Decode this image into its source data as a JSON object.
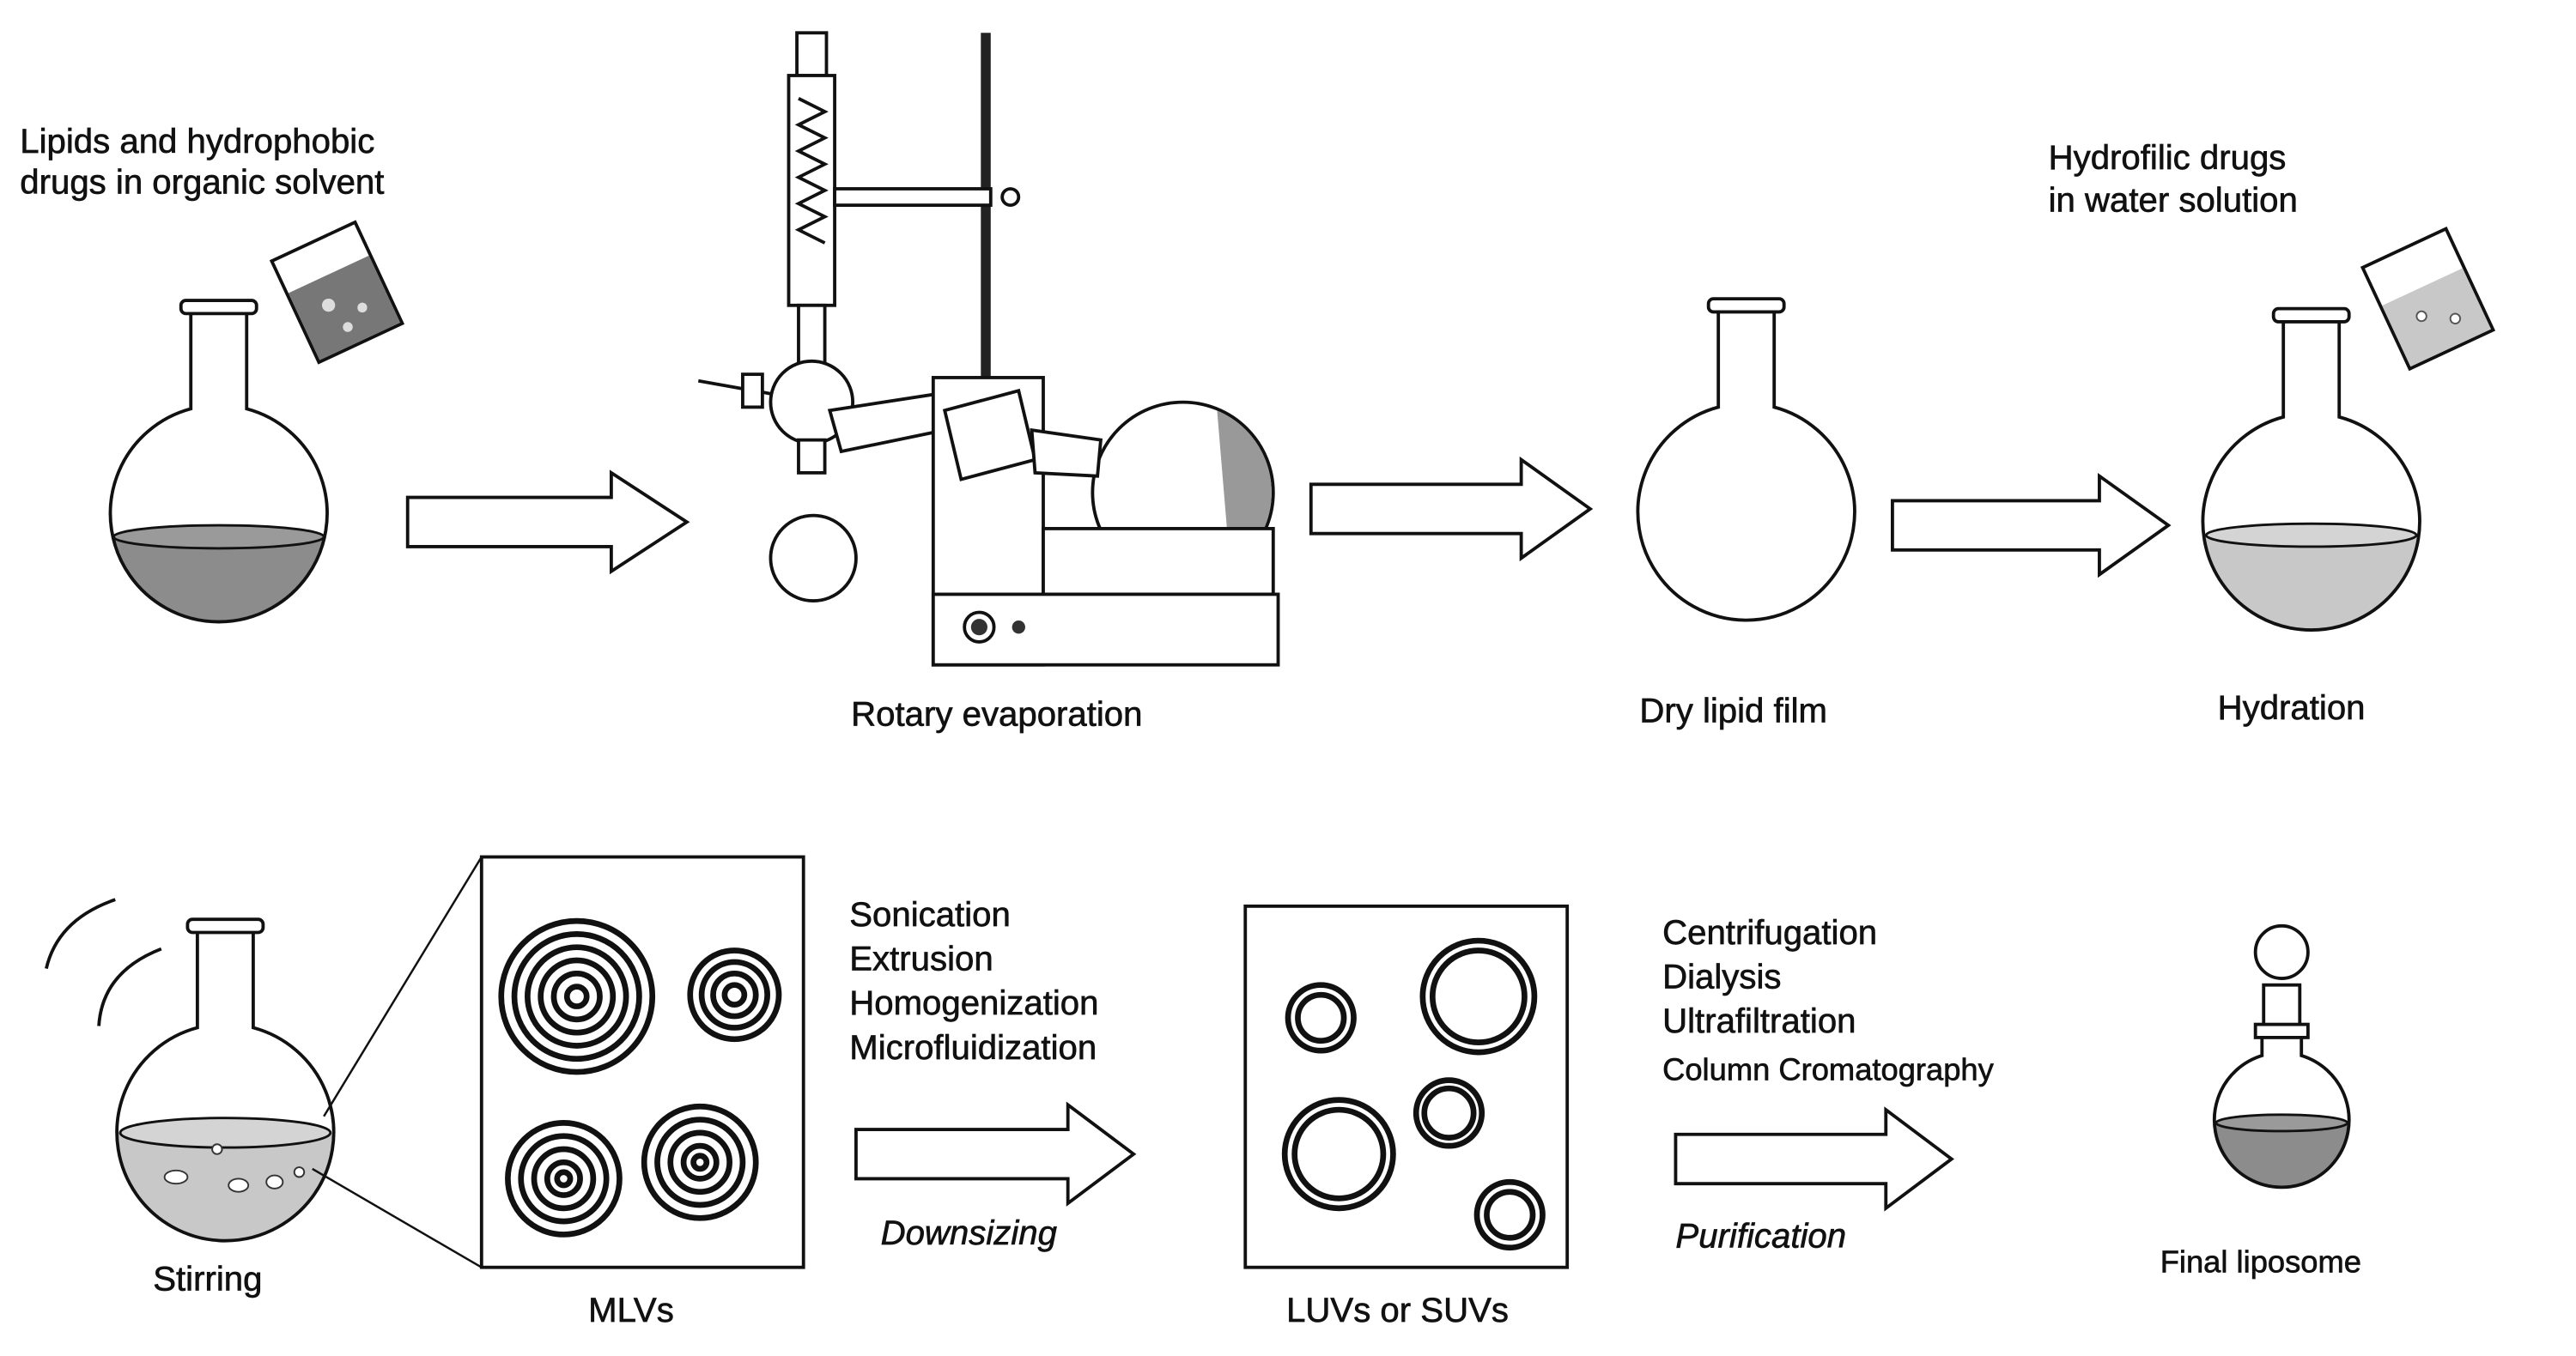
{
  "colors": {
    "liquid": "#8c8c8c",
    "lipid_film": "#2a2a2a",
    "water": "#c8c8c8",
    "outline": "#111111"
  },
  "steps": {
    "start": {
      "lines": [
        "Lipids and hydrophobic",
        "drugs in organic solvent"
      ]
    },
    "rotary": {
      "label": "Rotary evaporation"
    },
    "dry_film": {
      "label": "Dry lipid film"
    },
    "hydrophilic": {
      "lines": [
        "Hydrofilic drugs",
        "in water solution"
      ]
    },
    "hydration": {
      "label": "Hydration"
    },
    "stirring": {
      "label": "Stirring"
    },
    "mlvs": {
      "label": "MLVs"
    },
    "downsizing": {
      "methods": [
        "Sonication",
        "Extrusion",
        "Homogenization",
        "Microfluidization"
      ],
      "label": "Downsizing"
    },
    "luvs": {
      "label": "LUVs or SUVs"
    },
    "purification": {
      "methods": [
        "Centrifugation",
        "Dialysis",
        "Ultrafiltration",
        "Column Cromatography"
      ],
      "label": "Purification"
    },
    "final": {
      "label": "Final liposome"
    }
  }
}
